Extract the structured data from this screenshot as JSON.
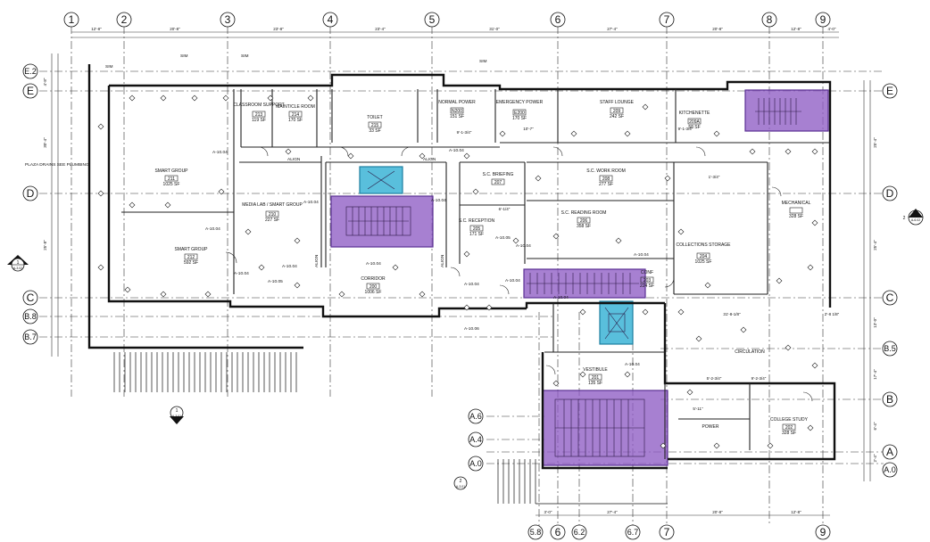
{
  "grid": {
    "columns": [
      "1",
      "2",
      "3",
      "4",
      "5",
      "6",
      "7",
      "8",
      "9"
    ],
    "rows": [
      "E.2",
      "E",
      "D",
      "C",
      "B.8",
      "B.7",
      "B.5",
      "B",
      "A",
      "A.0"
    ],
    "lower_rows": [
      "A.6",
      "A.4",
      "A.0"
    ],
    "bottom_columns": [
      "5.8",
      "6",
      "6.2",
      "6.7",
      "7",
      "9"
    ]
  },
  "dimensions": {
    "top": [
      "12'-8\"",
      "20'-8\"",
      "23'-8\"",
      "23'-4\"",
      "31'-0\"",
      "27'-4\"",
      "20'-8\"",
      "12'-8\"",
      "4'-0\""
    ],
    "bottom": [
      "3'-0\"",
      "27'-4\"",
      "20'-8\"",
      "12'-8\""
    ],
    "left": [
      "4'-8\"",
      "30'-4\"",
      "25'-8\""
    ],
    "right": [
      "25'-4\"",
      "25'-4\"",
      "13'-0\"",
      "17'-4\"",
      "6'-4\"",
      "2'-4\""
    ],
    "interior": [
      "10'-7\"",
      "9'-1-3/4\"",
      "9'-1-3/4\"",
      "6'-1/4\"",
      "31'-8-1/8\"",
      "5'-2-3/4\"",
      "5'-11\"",
      "9'-2-3/4\"",
      "2'-8 1/8\"",
      "1'-3/4\""
    ]
  },
  "rooms": [
    {
      "name": "SMART GROUP",
      "number": "211",
      "area": "1025 SF"
    },
    {
      "name": "SMART GROUP",
      "number": "212",
      "area": "592 SF"
    },
    {
      "name": "CLASSROOM SUPPORT",
      "number": "213",
      "area": "119 SF"
    },
    {
      "name": "MAINT/CLE ROOM",
      "number": "214",
      "area": "170 SF"
    },
    {
      "name": "TOILET",
      "number": "215",
      "area": "33 SF"
    },
    {
      "name": "MEDIA LAB / SMART GROUP",
      "number": "210",
      "area": "227 SF"
    },
    {
      "name": "NORMAL POWER",
      "number": "N200",
      "area": "151 SF"
    },
    {
      "name": "EMERGENCY POWER",
      "number": "E200",
      "area": "170 SF"
    },
    {
      "name": "STAFF LOUNGE",
      "number": "209",
      "area": "242 SF"
    },
    {
      "name": "KITCHENETTE",
      "number": "209A",
      "area": "58 SF"
    },
    {
      "name": "S.C. BRIEFING",
      "number": "207",
      "area": ""
    },
    {
      "name": "S.C. WORK ROOM",
      "number": "208",
      "area": "277 SF"
    },
    {
      "name": "S.C. RECEPTION",
      "number": "205",
      "area": "171 SF"
    },
    {
      "name": "S.C. READING ROOM",
      "number": "206",
      "area": "358 SF"
    },
    {
      "name": "MECHANICAL",
      "number": "",
      "area": "328 SF"
    },
    {
      "name": "COLLECTIONS STORAGE",
      "number": "204",
      "area": "1025 SF"
    },
    {
      "name": "CORRIDOR",
      "number": "200",
      "area": "1006 SF"
    },
    {
      "name": "VESTIBULE",
      "number": "201",
      "area": "135 SF"
    },
    {
      "name": "CIRCULATION",
      "number": "",
      "area": ""
    },
    {
      "name": "CONF",
      "number": "203",
      "area": "224 SF"
    },
    {
      "name": "COLLEGE STUDY",
      "number": "202",
      "area": "328 SF"
    },
    {
      "name": "POWER",
      "number": "",
      "area": ""
    }
  ],
  "notes": [
    {
      "id": "plaza",
      "text": "PLAZA DRAINS SEE PLUMBING"
    },
    {
      "id": "align1",
      "text": "ALIGN"
    },
    {
      "id": "align2",
      "text": "ALIGN"
    },
    {
      "id": "align3",
      "text": "ALIGN"
    },
    {
      "id": "align4",
      "text": "ALIGN"
    },
    {
      "id": "sim1",
      "text": "SIM"
    },
    {
      "id": "sim2",
      "text": "SIM"
    },
    {
      "id": "sim3",
      "text": "SIM"
    },
    {
      "id": "sim4",
      "text": "SIM"
    },
    {
      "id": "ref1",
      "text": "A-10.04"
    },
    {
      "id": "ref2",
      "text": "A-10.04"
    },
    {
      "id": "ref3",
      "text": "A-10.04"
    },
    {
      "id": "ref4",
      "text": "A-10.05"
    },
    {
      "id": "ref5",
      "text": "A-10.04"
    },
    {
      "id": "ref6",
      "text": "A-10.06"
    },
    {
      "id": "ref7",
      "text": "A-10.04"
    },
    {
      "id": "ref8",
      "text": "A-10.04"
    },
    {
      "id": "ref9",
      "text": "A-10.05"
    },
    {
      "id": "ref10",
      "text": "A-10.04"
    },
    {
      "id": "ref11",
      "text": "A-10.04"
    },
    {
      "id": "ref12",
      "text": "A-10.04"
    },
    {
      "id": "ref13",
      "text": "A-10.04"
    },
    {
      "id": "ref14",
      "text": "A-10.04"
    },
    {
      "id": "ref15",
      "text": "A-10.04"
    },
    {
      "id": "ref16",
      "text": "A-10.04"
    },
    {
      "id": "ref17",
      "text": "A-10.04"
    }
  ],
  "sections": [
    {
      "id": "secW",
      "sheet": "A-3.02",
      "num": "1"
    },
    {
      "id": "secE",
      "sheet": "A-6.02",
      "num": "2"
    },
    {
      "id": "secS",
      "sheet": "A-3.01",
      "num": "1"
    },
    {
      "id": "secB",
      "sheet": "A-3.01",
      "num": "2"
    }
  ],
  "highlight_colors": {
    "stair": "#8e5cc4",
    "elevator": "#3cb4d6"
  }
}
